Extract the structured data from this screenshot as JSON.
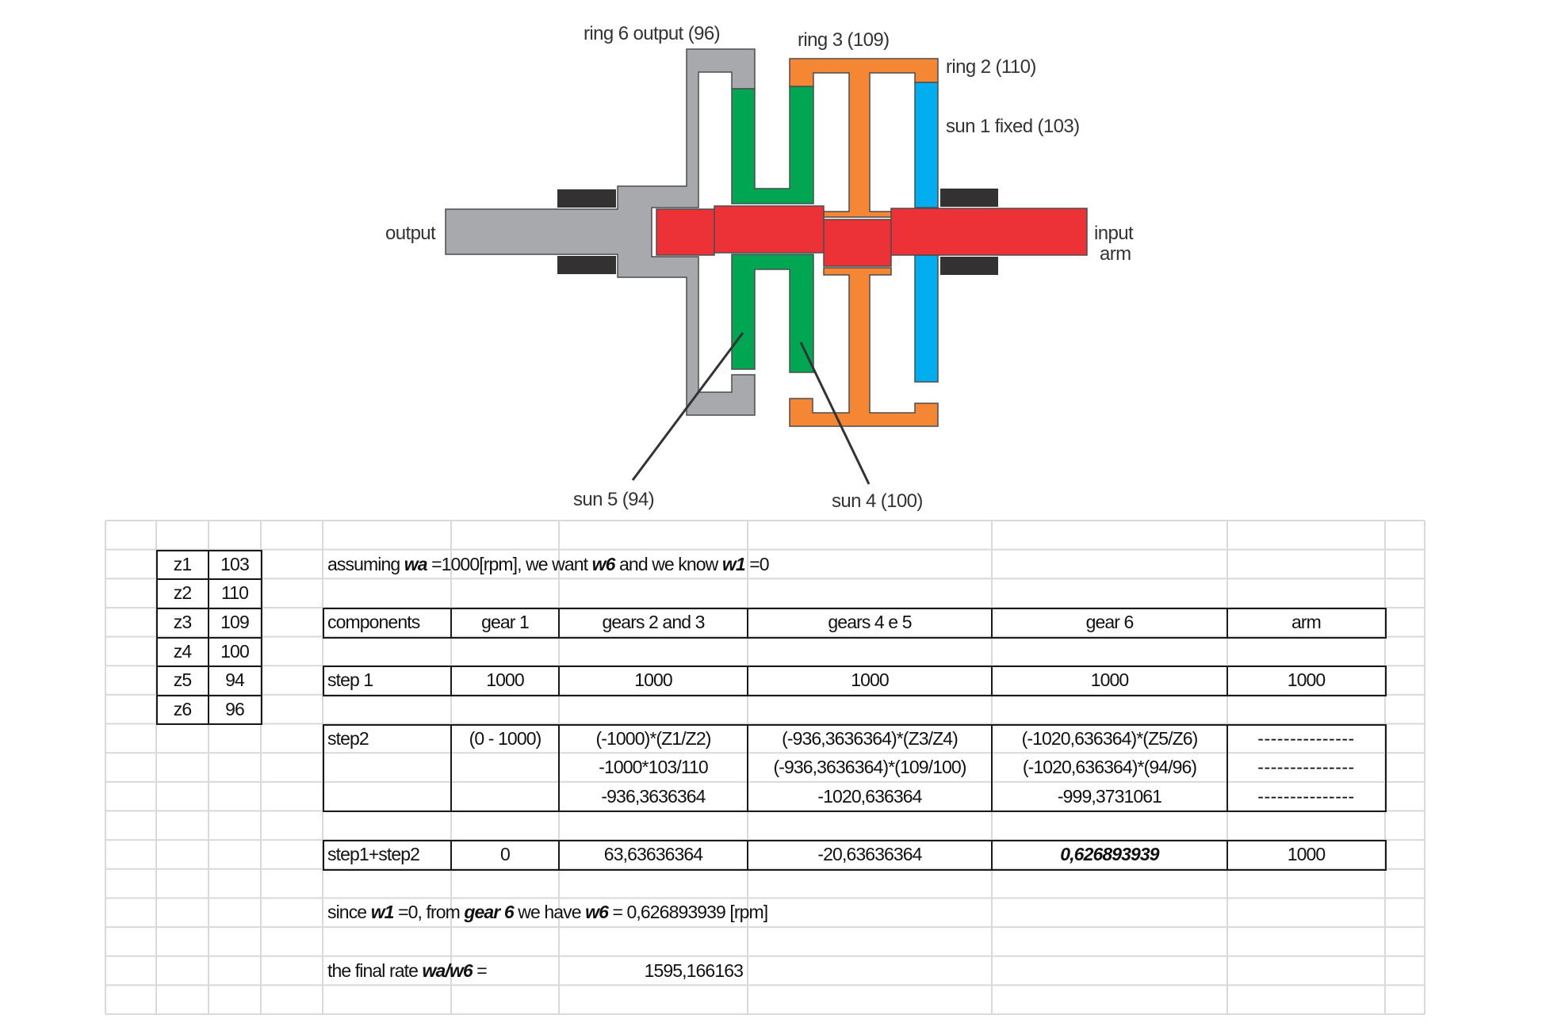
{
  "diagram": {
    "labels": {
      "ring6": "ring 6 output (96)",
      "ring3": "ring 3 (109)",
      "ring2": "ring 2 (110)",
      "sun1": "sun 1 fixed (103)",
      "output": "output",
      "input": "input",
      "arm": "arm",
      "sun5": "sun 5 (94)",
      "sun4": "sun 4 (100)"
    },
    "colors": {
      "gray": "#a7a9ac",
      "green": "#00a651",
      "orange": "#f58634",
      "blue": "#00aeef",
      "red": "#ec3237",
      "bearing": "#333132",
      "outline": "#4d4d4f"
    }
  },
  "teeth_table": [
    {
      "name": "z1",
      "value": "103"
    },
    {
      "name": "z2",
      "value": "110"
    },
    {
      "name": "z3",
      "value": "109"
    },
    {
      "name": "z4",
      "value": "100"
    },
    {
      "name": "z5",
      "value": "94"
    },
    {
      "name": "z6",
      "value": "96"
    }
  ],
  "assumption": {
    "t1": "assuming ",
    "wa": "wa",
    "t2": " =1000[rpm], we want ",
    "w6": "w6",
    "t3": " and we know ",
    "w1": "w1",
    "t4": " =0"
  },
  "calc_table": {
    "headers": [
      "components",
      "gear 1",
      "gears 2 and 3",
      "gears 4 e 5",
      "gear 6",
      "arm"
    ],
    "step1": [
      "step 1",
      "1000",
      "1000",
      "1000",
      "1000",
      "1000"
    ],
    "step2": {
      "label": "step2",
      "gear1": "(0 - 1000)",
      "gears23": [
        "(-1000)*(Z1/Z2)",
        "-1000*103/110",
        "-936,3636364"
      ],
      "gears45": [
        "(-936,3636364)*(Z3/Z4)",
        "(-936,3636364)*(109/100)",
        "-1020,636364"
      ],
      "gear6": [
        "(-1020,636364)*(Z5/Z6)",
        "(-1020,636364)*(94/96)",
        "-999,3731061"
      ],
      "arm": [
        "---------------",
        "---------------",
        "---------------"
      ]
    },
    "sum": [
      "step1+step2",
      "0",
      "63,63636364",
      "-20,63636364",
      "0,626893939",
      "1000"
    ]
  },
  "conclusion": {
    "t1": "since ",
    "w1": "w1",
    "t2": " =0, from ",
    "gear6": "gear 6",
    "t3": "  we have ",
    "w6": "w6",
    "t4": "  = 0,626893939 [rpm]"
  },
  "final_rate": {
    "t1": "the final rate ",
    "ratio": "wa/w6",
    "t2": "  =",
    "value": "1595,166163"
  }
}
